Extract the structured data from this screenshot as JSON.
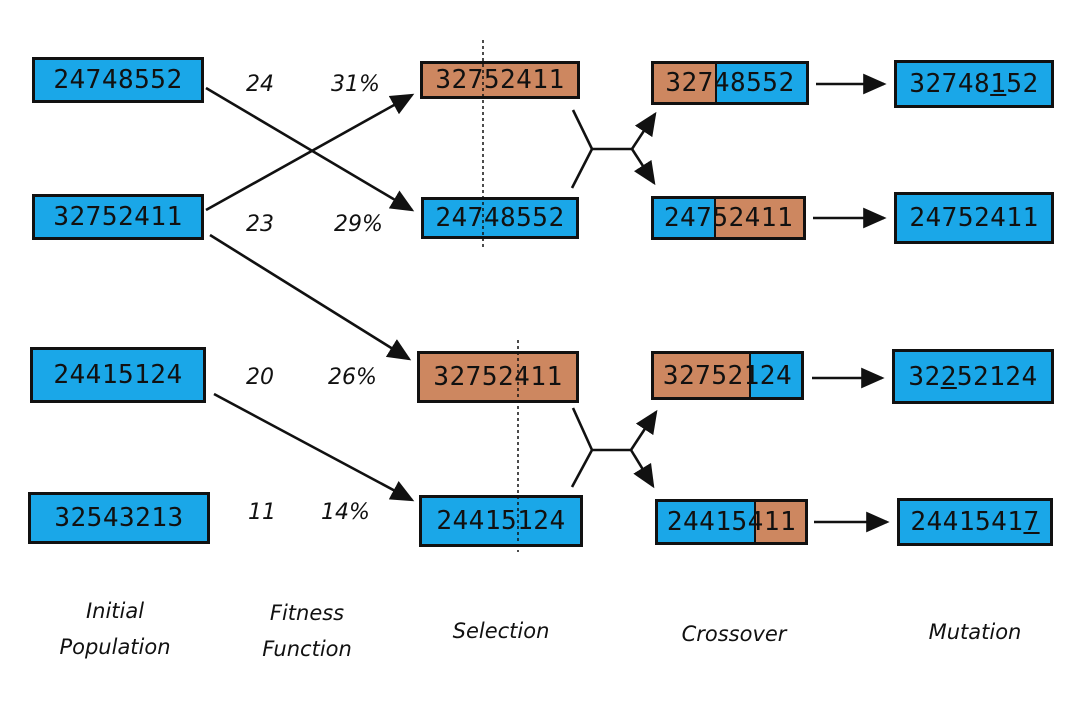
{
  "colors": {
    "blue": "#1aa7e8",
    "orange": "#cd8760",
    "stroke": "#111111"
  },
  "initial_population": [
    "24748552",
    "32752411",
    "24415124",
    "32543213"
  ],
  "fitness": [
    {
      "score": "24",
      "percent": "31%"
    },
    {
      "score": "23",
      "percent": "29%"
    },
    {
      "score": "20",
      "percent": "26%"
    },
    {
      "score": "11",
      "percent": "14%"
    }
  ],
  "selection": [
    "32752411",
    "24748552",
    "32752411",
    "24415124"
  ],
  "crossover": [
    {
      "left": "327",
      "right": "48552"
    },
    {
      "left": "247",
      "right": "52411"
    },
    {
      "left": "32752",
      "right": "124"
    },
    {
      "left": "24415",
      "right": "411"
    }
  ],
  "mutation": [
    {
      "before": "32748",
      "mut": "1",
      "after": "52"
    },
    {
      "before": "24752411",
      "mut": "",
      "after": ""
    },
    {
      "before": "32",
      "mut": "2",
      "after": "52124"
    },
    {
      "before": "2441541",
      "mut": "7",
      "after": ""
    }
  ],
  "labels": {
    "initial_population_line1": "Initial",
    "initial_population_line2": "Population",
    "fitness_line1": "Fitness",
    "fitness_line2": "Function",
    "selection": "Selection",
    "crossover": "Crossover",
    "mutation": "Mutation"
  }
}
